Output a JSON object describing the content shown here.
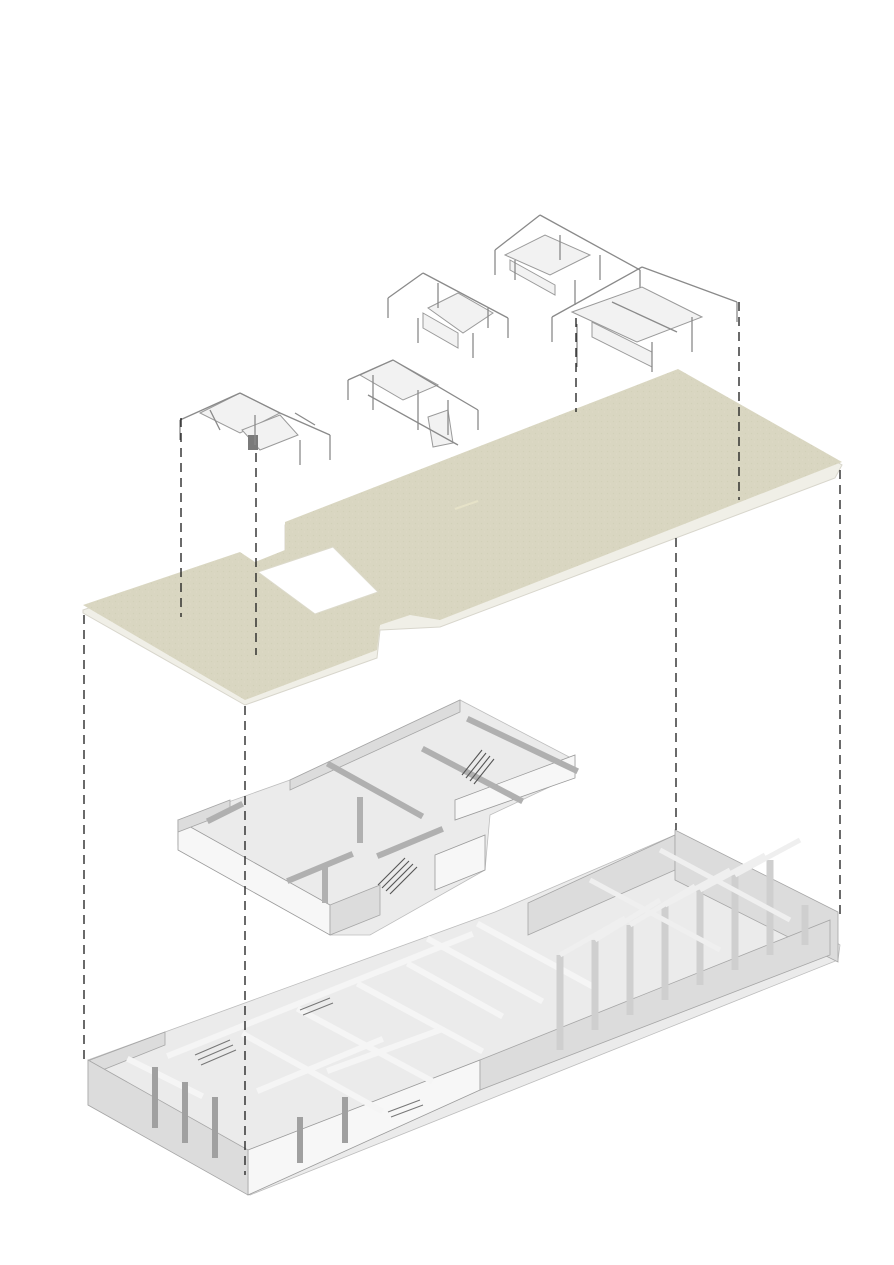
{
  "diagram": {
    "kind": "exploded axonometric building diagram",
    "colors": {
      "background": "#ffffff",
      "slab_top": "#d9d6c1",
      "slab_edge": "#f0efe7",
      "guide_line": "#1a1a1a",
      "model_gray": "#d8d8d8"
    },
    "layers": [
      {
        "id": "roof-frames",
        "count": 5
      },
      {
        "id": "roof-slab"
      },
      {
        "id": "upper-floor-plan"
      },
      {
        "id": "ground-floor-plan"
      }
    ]
  }
}
